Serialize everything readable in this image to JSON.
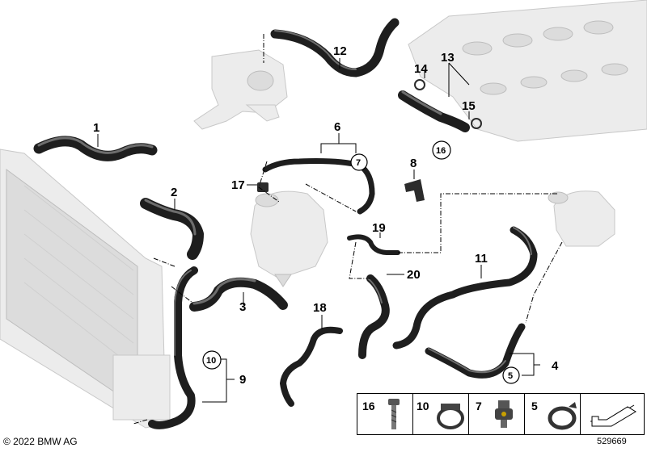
{
  "callouts": {
    "c1": "1",
    "c2": "2",
    "c3": "3",
    "c4": "4",
    "c5": "5",
    "c6": "6",
    "c7": "7",
    "c8": "8",
    "c9": "9",
    "c10": "10",
    "c11": "11",
    "c12": "12",
    "c13": "13",
    "c14": "14",
    "c15": "15",
    "c16": "16",
    "c17": "17",
    "c18": "18",
    "c19": "19",
    "c20": "20"
  },
  "legend": {
    "items": [
      {
        "num": "16",
        "icon": "bolt-icon"
      },
      {
        "num": "10",
        "icon": "hose-clamp-icon"
      },
      {
        "num": "7",
        "icon": "clip-icon"
      },
      {
        "num": "5",
        "icon": "spring-clamp-icon"
      },
      {
        "num": "",
        "icon": "arrow-icon"
      }
    ]
  },
  "footer": {
    "copyright": "© 2022 BMW AG",
    "ref": "529669"
  },
  "colors": {
    "hose": "#1e1e1e",
    "ghost_part": "#ececec",
    "line": "#000000"
  }
}
